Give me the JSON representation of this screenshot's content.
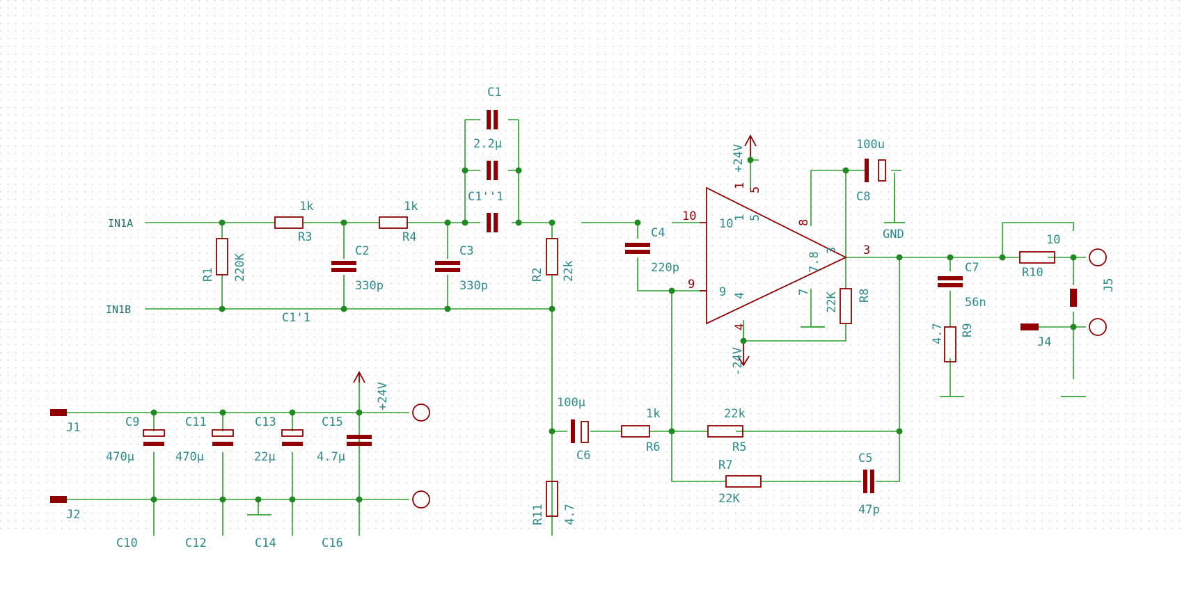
{
  "colors": {
    "wire": "#2ea02e",
    "part": "#900000",
    "text": "#2e8a8a",
    "junction": "#1f8a1f",
    "grid": "#c8c8c8",
    "background": "#ffffff"
  },
  "nets": {
    "in1a": "IN1A",
    "in1b": "IN1B",
    "gnd": "GND",
    "pos24": "+24V",
    "neg24": "-24V"
  },
  "labels": {
    "c1_ref": "C1",
    "c1_val": "2.2µ",
    "c1pp1": "C1''1",
    "c1p1": "C1'1",
    "r1_ref": "R1",
    "r1_val": "220K",
    "r3_ref": "R3",
    "r3_val": "1k",
    "r4_ref": "R4",
    "r4_val": "1k",
    "c2_ref": "C2",
    "c2_val": "330p",
    "c3_ref": "C3",
    "c3_val": "330p",
    "r2_ref": "R2",
    "r2_val": "22k",
    "c4_ref": "C4",
    "c4_val": "220p",
    "c8_ref": "C8",
    "c8_val": "100u",
    "r8_ref": "R8",
    "r8_val": "22K",
    "c7_ref": "C7",
    "c7_val": "56n",
    "r9_ref": "R9",
    "r9_val": "4.7",
    "r10_ref": "R10",
    "r10_val": "10",
    "j4_ref": "J4",
    "j5_ref": "J5",
    "j1_ref": "J1",
    "j2_ref": "J2",
    "c9_ref": "C9",
    "c9_val": "470µ",
    "c11_ref": "C11",
    "c11_val": "470µ",
    "c13_ref": "C13",
    "c13_val": "22µ",
    "c15_ref": "C15",
    "c15_val": "4.7µ",
    "c6_ref": "C6",
    "c6_val": "100µ",
    "r6_ref": "R6",
    "r6_val": "1k",
    "r5_ref": "R5",
    "r5_val": "22k",
    "r7_ref": "R7",
    "r7_val": "22K",
    "c5_ref": "C5",
    "c5_val": "47p",
    "r11_ref": "R11",
    "r11_val": "4.7",
    "c10_partial": "C10",
    "c12_partial": "C12",
    "c14_partial": "C14",
    "c16_partial": "C16"
  },
  "opamp_pins": {
    "p10_wire": "10",
    "p10_inside": "10",
    "p9_wire": "9",
    "p9_inside": "9",
    "p1": "1",
    "p5": "5",
    "p1b": "1",
    "p5b": "5",
    "p8": "8",
    "p78": "7.8",
    "p7": "7",
    "p3_inside": "3",
    "p3_wire": "3",
    "p4": "4",
    "p4b": "4"
  }
}
